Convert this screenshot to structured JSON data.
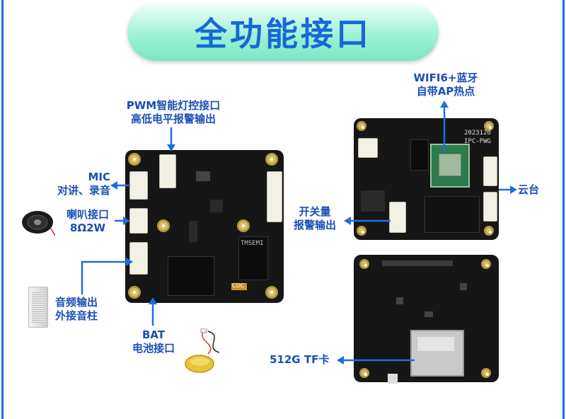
{
  "header": {
    "title": "全功能接口"
  },
  "labels": {
    "pwm_line1": "PWM智能灯控接口",
    "pwm_line2": "高低电平报警输出",
    "mic_line1": "MIC",
    "mic_line2": "对讲、录音",
    "speaker_line1": "喇叭接口",
    "speaker_line2": "8Ω2W",
    "audio_line1": "音频输出",
    "audio_line2": "外接音柱",
    "bat_line1": "BAT",
    "bat_line2": "电池接口",
    "wifi_line1": "WIFI6+蓝牙",
    "wifi_line2": "自带AP热点",
    "ptz": "云台",
    "switch_line1": "开关量",
    "switch_line2": "报警输出",
    "tf": "512G TF卡"
  },
  "board_text": {
    "chip_brand": "TMSEMI",
    "date_code": "2023120",
    "model": "IPC-PWG",
    "cdc": "CDC"
  },
  "colors": {
    "accent": "#1767d8",
    "label": "#1a4fb5",
    "arrow": "#1e6fd9"
  }
}
